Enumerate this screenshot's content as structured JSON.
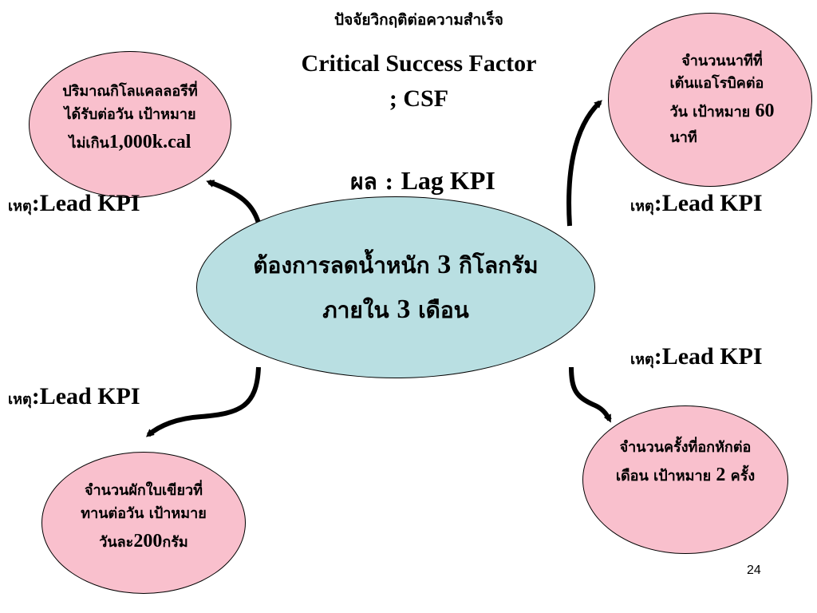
{
  "title": {
    "thai": "ปัจจัยวิกฤติต่อความสำเร็จ",
    "english_line1": "Critical Success Factor",
    "english_line2": "; CSF"
  },
  "lag_label": {
    "prefix": "ผล : ",
    "kpi": "Lag KPI"
  },
  "center_goal": {
    "line1_pre": "ต้องการลดน้ำหนัก ",
    "line1_num": "3",
    "line1_post": " กิโลกรัม",
    "line2_pre": "ภายใน ",
    "line2_num": "3",
    "line2_post": " เดือน"
  },
  "lead_labels": [
    {
      "prefix": "เหตุ",
      "kpi": ":Lead KPI"
    },
    {
      "prefix": "เหตุ",
      "kpi": ":Lead KPI"
    },
    {
      "prefix": "เหตุ",
      "kpi": ":Lead KPI"
    },
    {
      "prefix": "เหตุ",
      "kpi": ":Lead KPI"
    }
  ],
  "kpi_circles": {
    "calories": {
      "line1": "ปริมาณกิโลแคลลอรีที่",
      "line2": "ได้รับต่อวัน เป้าหมาย",
      "line3_pre": "ไม่เกิน",
      "line3_num": "1,000k.cal"
    },
    "aerobic": {
      "line1": "จำนวนนาทีที่",
      "line2": "เต้นแอโรบิคต่อ",
      "line3_pre": "วัน เป้าหมาย ",
      "line3_num": "60",
      "line4": "นาที"
    },
    "vegetables": {
      "line1": "จำนวนผักใบเขียวที่",
      "line2": "ทานต่อวัน เป้าหมาย",
      "line3_pre": "วันละ",
      "line3_num": "200",
      "line3_post": "กรัม"
    },
    "situps": {
      "line1": "จำนวนครั้งที่อกหักต่อ",
      "line2_pre": "เดือน  เป้าหมาย ",
      "line2_num": "2",
      "line2_post": " ครั้ง"
    }
  },
  "page_number": "24",
  "colors": {
    "circle_pink": "#f9c0cd",
    "center_blue": "#b9dfe2",
    "arrow": "#000000"
  }
}
